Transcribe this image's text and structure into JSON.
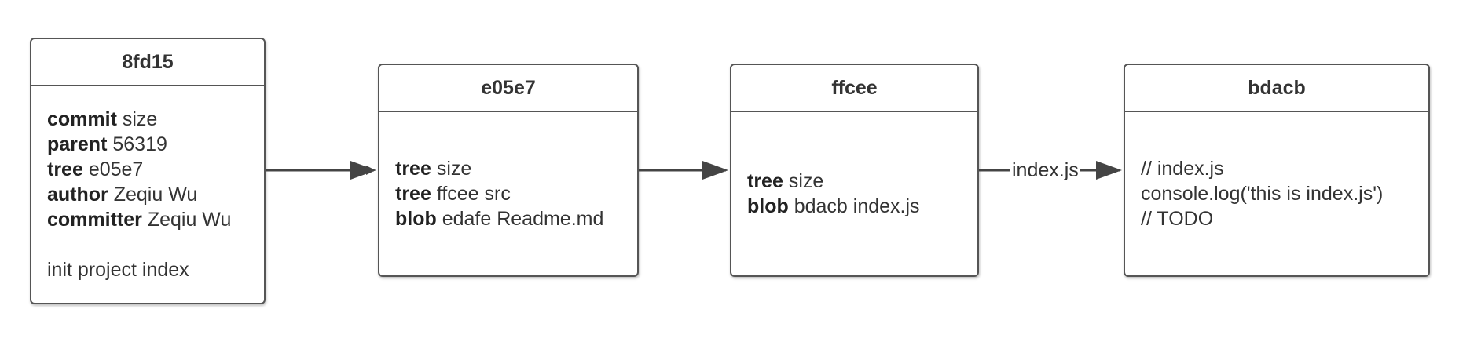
{
  "nodes": [
    {
      "id": "8fd15",
      "lines": [
        {
          "kw": "commit",
          "val": " size"
        },
        {
          "kw": "parent",
          "val": " 56319"
        },
        {
          "kw": "tree",
          "val": " e05e7"
        },
        {
          "kw": "author",
          "val": " Zeqiu Wu"
        },
        {
          "kw": "committer",
          "val": " Zeqiu Wu"
        },
        {
          "kw": "",
          "val": ""
        },
        {
          "kw": "",
          "val": "init project index"
        }
      ]
    },
    {
      "id": "e05e7",
      "lines": [
        {
          "kw": "tree",
          "val": " size"
        },
        {
          "kw": "tree",
          "val": " ffcee src"
        },
        {
          "kw": "blob",
          "val": " edafe Readme.md"
        }
      ]
    },
    {
      "id": "ffcee",
      "lines": [
        {
          "kw": "tree",
          "val": " size"
        },
        {
          "kw": "blob",
          "val": " bdacb index.js"
        }
      ]
    },
    {
      "id": "bdacb",
      "lines": [
        {
          "kw": "",
          "val": "// index.js"
        },
        {
          "kw": "",
          "val": "console.log('this is index.js')"
        },
        {
          "kw": "",
          "val": "// TODO"
        }
      ]
    }
  ],
  "edges": [
    {
      "from": "8fd15",
      "to": "e05e7",
      "label": ""
    },
    {
      "from": "e05e7",
      "to": "ffcee",
      "label": ""
    },
    {
      "from": "ffcee",
      "to": "bdacb",
      "label": "index.js"
    }
  ],
  "colors": {
    "border": "#555555",
    "text": "#333333",
    "arrow": "#444444"
  }
}
